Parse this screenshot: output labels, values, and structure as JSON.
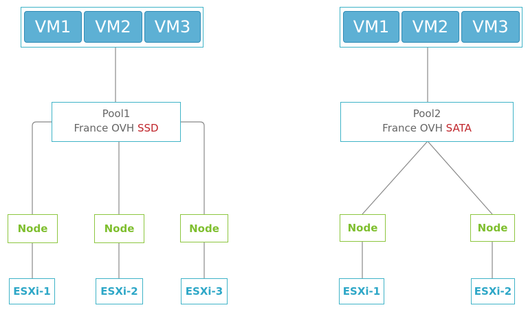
{
  "colors": {
    "vm_fill": "#5db0d4",
    "vm_border": "#2f8bb5",
    "pool_border": "#3fb3c7",
    "node_border": "#8dc63f",
    "node_text": "#7fbf2f",
    "esxi_text": "#2ea7c7",
    "storage_text": "#c0252b",
    "line": "#888888"
  },
  "clusters": [
    {
      "vms": [
        "VM1",
        "VM2",
        "VM3"
      ],
      "pool": {
        "name": "Pool1",
        "location": "France OVH",
        "storage": "SSD"
      },
      "nodes": [
        {
          "label": "Node",
          "host": "ESXi-1"
        },
        {
          "label": "Node",
          "host": "ESXi-2"
        },
        {
          "label": "Node",
          "host": "ESXi-3"
        }
      ]
    },
    {
      "vms": [
        "VM1",
        "VM2",
        "VM3"
      ],
      "pool": {
        "name": "Pool2",
        "location": "France OVH",
        "storage": "SATA"
      },
      "nodes": [
        {
          "label": "Node",
          "host": "ESXi-1"
        },
        {
          "label": "Node",
          "host": "ESXi-2"
        }
      ]
    }
  ]
}
